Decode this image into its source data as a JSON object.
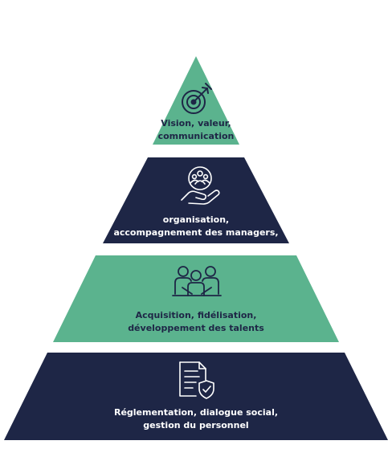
{
  "colors": {
    "green": "#5bb38e",
    "navy": "#1e2646",
    "white": "#ffffff"
  },
  "tiers": [
    {
      "id": "top",
      "icon": "target-icon",
      "lines": [
        "Vision, valeur,",
        "communication"
      ]
    },
    {
      "id": "second",
      "icon": "hand-group-icon",
      "lines": [
        "organisation,",
        "accompagnement des managers,"
      ]
    },
    {
      "id": "third",
      "icon": "team-icon",
      "lines": [
        "Acquisition, fidélisation,",
        "développement des talents"
      ]
    },
    {
      "id": "base",
      "icon": "document-shield-icon",
      "lines": [
        "Réglementation, dialogue social,",
        "gestion du personnel"
      ]
    }
  ]
}
